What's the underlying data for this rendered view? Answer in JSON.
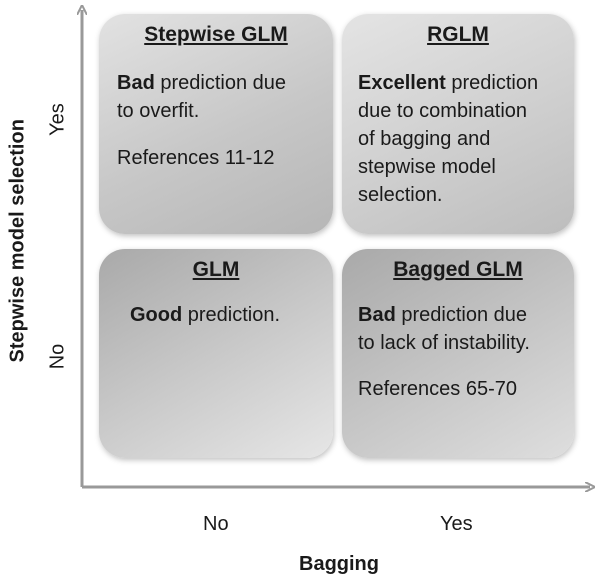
{
  "x_axis": {
    "label": "Bagging",
    "ticks": [
      "No",
      "Yes"
    ]
  },
  "y_axis": {
    "label": "Stepwise model selection",
    "ticks": [
      "Yes",
      "No"
    ]
  },
  "panels": {
    "top_left": {
      "title": "Stepwise GLM",
      "bold": "Bad",
      "text_line1": " prediction due",
      "text_line2": "to overfit.",
      "reference": "References  11-12"
    },
    "top_right": {
      "title": "RGLM",
      "bold": "Excellent",
      "text_line1": " prediction",
      "text_line2": "due to combination",
      "text_line3": "of bagging and",
      "text_line4": "stepwise model",
      "text_line5": "selection."
    },
    "bottom_left": {
      "title": "GLM",
      "bold": "Good",
      "text_line1": " prediction."
    },
    "bottom_right": {
      "title": "Bagged GLM",
      "bold": "Bad",
      "text_line1": " prediction due",
      "text_line2": "to lack of instability.",
      "reference": "References 65-70"
    }
  }
}
